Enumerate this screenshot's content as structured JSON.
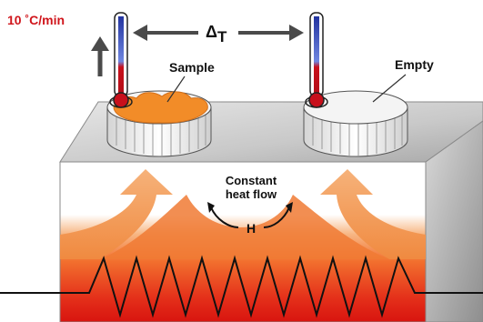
{
  "diagram": {
    "rate_label": "10 ˚C/min",
    "delta_symbol": "Δ",
    "delta_subscript": "T",
    "sample_label": "Sample",
    "empty_label": "Empty",
    "flow_label_line1": "Constant",
    "flow_label_line2": "heat flow",
    "heat_symbol": "H"
  },
  "colors": {
    "rate_text": "#d0161c",
    "sample_fill": "#f28c28",
    "thermometer_blue": "#2c3ea8",
    "thermometer_red": "#c8101c",
    "arrow_orange": "#f2a65a",
    "block_top": "#d6d6d6",
    "block_side": "#bdbdbd"
  }
}
